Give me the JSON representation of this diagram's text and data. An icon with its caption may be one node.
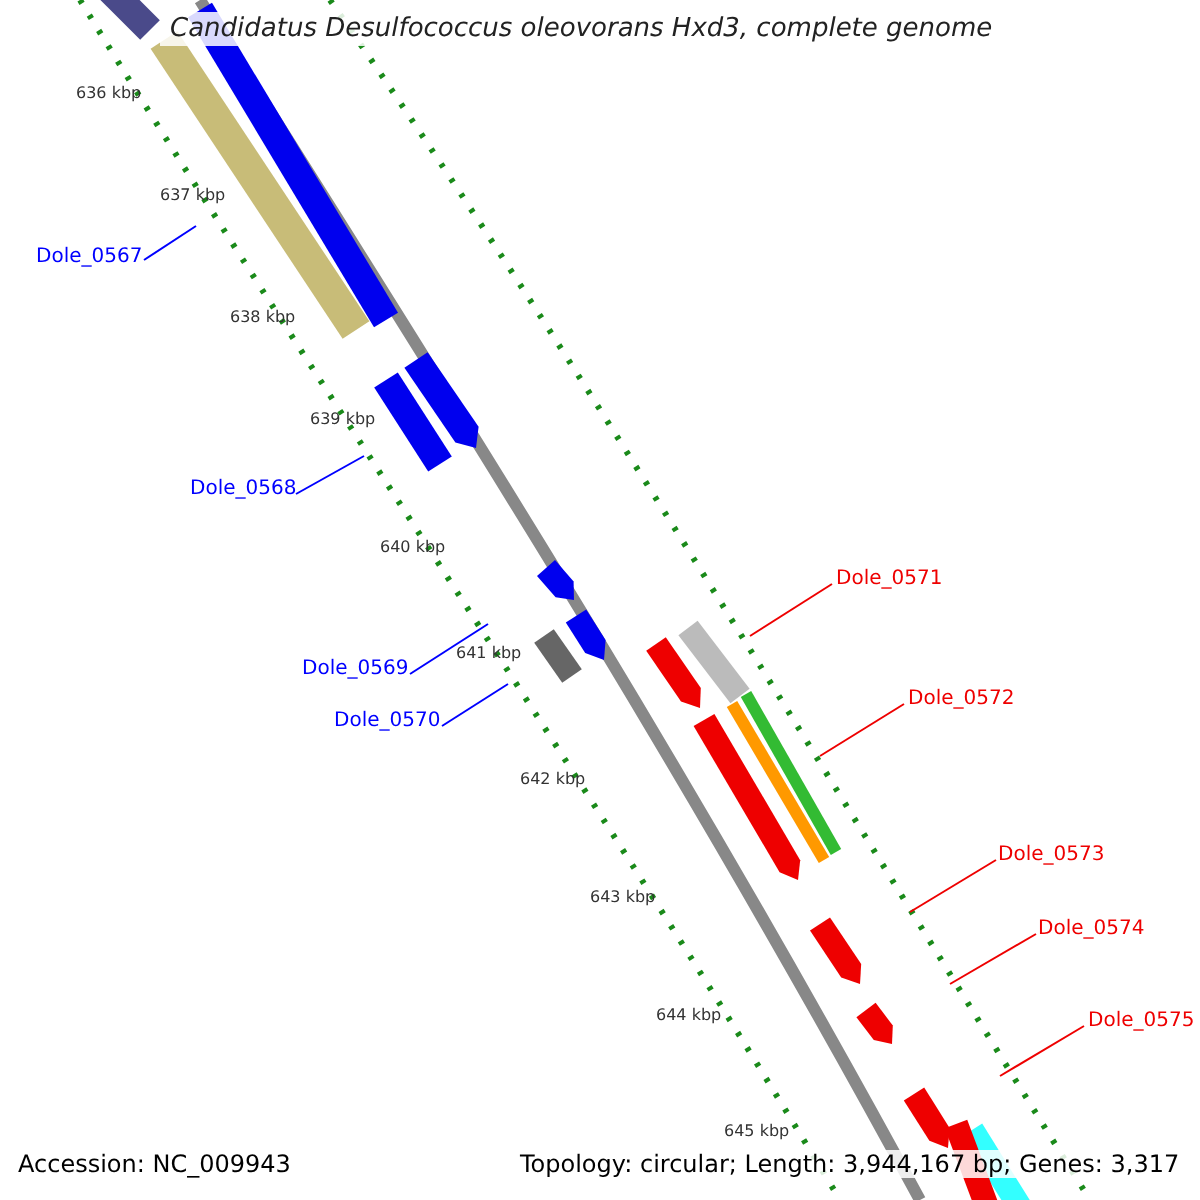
{
  "diagram": {
    "title": "Candidatus Desulfococcus oleovorans Hxd3, complete genome",
    "nodes": [
      {
        "text": [
          "Dole_0567"
        ]
      },
      {
        "text": [
          "Dole_0568"
        ]
      },
      {
        "text": [
          "Dole_0569"
        ]
      },
      {
        "text": [
          "Dole_0570"
        ]
      },
      {
        "text": [
          "Dole_0571"
        ]
      },
      {
        "text": [
          "Dole_0572"
        ]
      },
      {
        "text": [
          "Dole_0573"
        ]
      },
      {
        "text": [
          "Dole_0574"
        ]
      },
      {
        "text": [
          "Dole_0575"
        ]
      }
    ],
    "edges": [
      {
        "from": 0,
        "to": null,
        "arrow": "none",
        "color": "#0000ff"
      },
      {
        "from": 1,
        "to": null,
        "arrow": "none",
        "color": "#0000ff"
      },
      {
        "from": 2,
        "to": null,
        "arrow": "none",
        "color": "#0000ff"
      },
      {
        "from": 3,
        "to": null,
        "arrow": "none",
        "color": "#0000ff"
      },
      {
        "from": 4,
        "to": null,
        "arrow": "none"
      },
      {
        "from": 5,
        "to": null,
        "arrow": "none"
      },
      {
        "from": 6,
        "to": null,
        "arrow": "none"
      },
      {
        "from": 7,
        "to": null,
        "arrow": "none"
      },
      {
        "from": 8,
        "to": null,
        "arrow": "none"
      }
    ],
    "labels": [
      "636 kbp",
      "637 kbp",
      "638 kbp",
      "639 kbp",
      "640 kbp",
      "641 kbp",
      "642 kbp",
      "643 kbp",
      "644 kbp",
      "645 kbp",
      "Accession: NC_009943",
      "Topology: circular; Length: 3,944,167 bp; Genes: 3,317"
    ]
  }
}
